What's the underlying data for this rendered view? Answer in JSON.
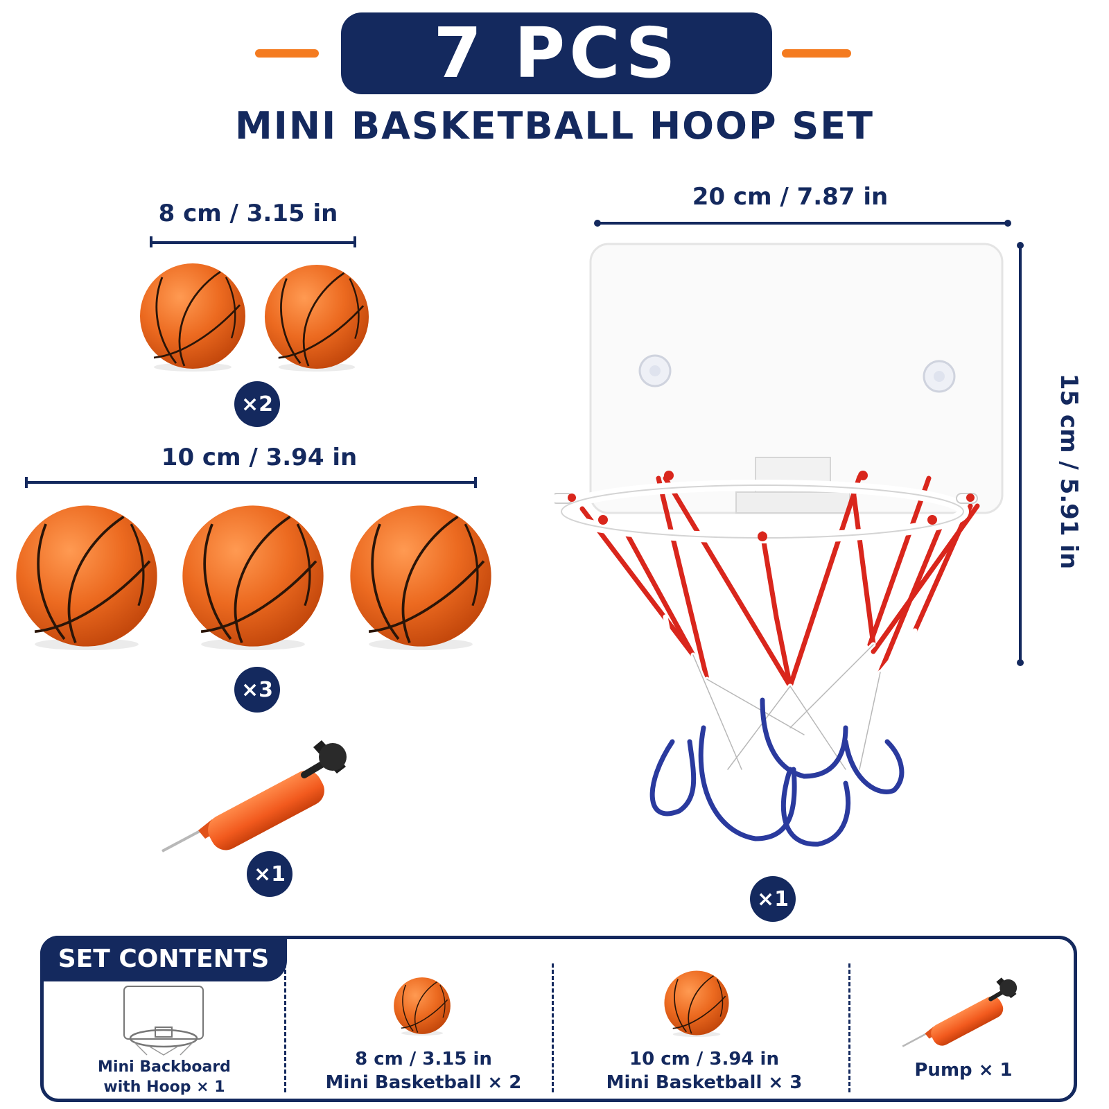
{
  "header": {
    "count_label": "7 PCS",
    "subtitle": "MINI BASKETBALL HOOP SET"
  },
  "small_balls": {
    "dimension": "8 cm / 3.15 in",
    "quantity": "×2"
  },
  "large_balls": {
    "dimension": "10 cm / 3.94 in",
    "quantity": "×3"
  },
  "pump": {
    "quantity": "×1"
  },
  "backboard": {
    "width_dimension": "20 cm / 7.87 in",
    "height_dimension": "15 cm / 5.91 in",
    "quantity": "×1"
  },
  "set_contents": {
    "title": "SET CONTENTS",
    "items": [
      {
        "line1": "Mini Backboard",
        "line2": "with Hoop × 1",
        "icon": "backboard-icon"
      },
      {
        "line1": "8 cm / 3.15 in",
        "line2": "Mini Basketball × 2",
        "icon": "basketball-icon"
      },
      {
        "line1": "10 cm / 3.94 in",
        "line2": "Mini Basketball × 3",
        "icon": "basketball-icon"
      },
      {
        "line1": "Pump × 1",
        "icon": "pump-icon"
      }
    ]
  },
  "colors": {
    "navy": "#14295e",
    "orange": "#f47b20",
    "ball": "#e8621a",
    "net_red": "#d9261c",
    "net_blue": "#2a3a9e"
  }
}
